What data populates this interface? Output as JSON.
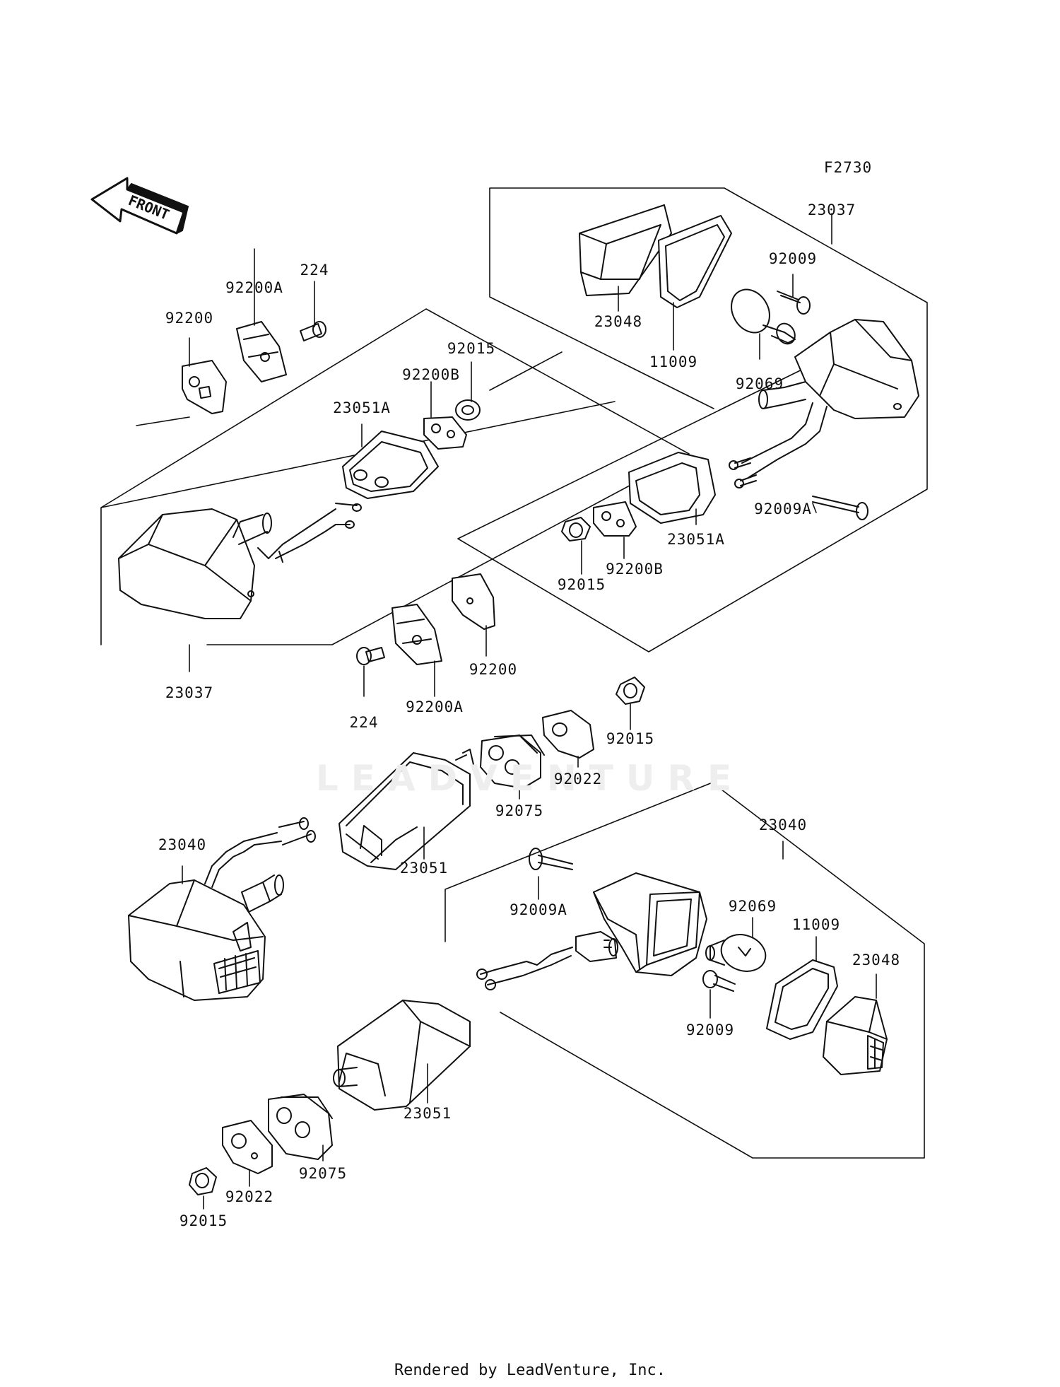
{
  "diagram_code": "F2730",
  "front_label": "FRONT",
  "watermark": "LEADVENTURE",
  "footer": "Rendered by LeadVenture, Inc.",
  "labels": [
    {
      "text": "23037"
    },
    {
      "text": "92009"
    },
    {
      "text": "23048"
    },
    {
      "text": "11009"
    },
    {
      "text": "92069"
    },
    {
      "text": "92009A"
    },
    {
      "text": "23051A"
    },
    {
      "text": "92200B"
    },
    {
      "text": "92015"
    },
    {
      "text": "224"
    },
    {
      "text": "92200A"
    },
    {
      "text": "92200"
    },
    {
      "text": "92015"
    },
    {
      "text": "92200B"
    },
    {
      "text": "23051A"
    },
    {
      "text": "23037"
    },
    {
      "text": "92200"
    },
    {
      "text": "224"
    },
    {
      "text": "92200A"
    },
    {
      "text": "92015"
    },
    {
      "text": "92022"
    },
    {
      "text": "92075"
    },
    {
      "text": "23051"
    },
    {
      "text": "23040"
    },
    {
      "text": "23040"
    },
    {
      "text": "92009A"
    },
    {
      "text": "92069"
    },
    {
      "text": "11009"
    },
    {
      "text": "23048"
    },
    {
      "text": "92009"
    },
    {
      "text": "23051"
    },
    {
      "text": "92075"
    },
    {
      "text": "92022"
    },
    {
      "text": "92015"
    }
  ]
}
